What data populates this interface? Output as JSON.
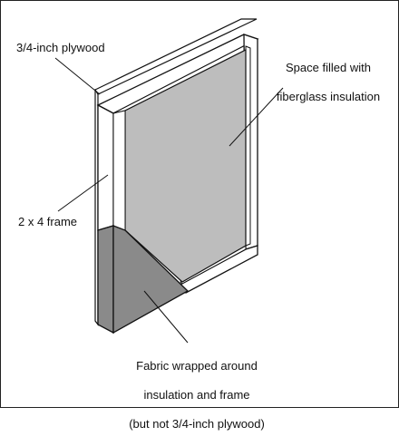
{
  "labels": {
    "plywood": "3/4-inch plywood",
    "frame": "2 x 4 frame",
    "space_line1": "Space filled with",
    "space_line2": "fiberglass insulation",
    "fabric_line1": "Fabric wrapped around",
    "fabric_line2": "insulation and frame",
    "fabric_line3": "(but not 3/4-inch plywood)"
  },
  "colors": {
    "stroke": "#111111",
    "insulation": "#bdbdbd",
    "fabric": "#8a8a8a",
    "frame_white": "#ffffff"
  }
}
